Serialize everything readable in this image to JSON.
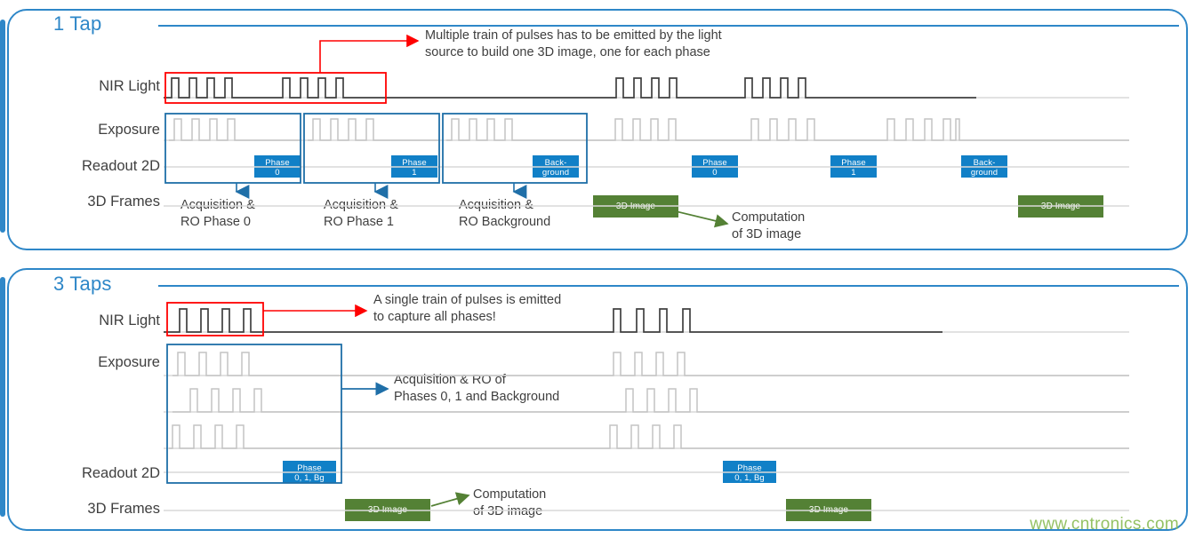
{
  "figure": {
    "type": "timing-diagram",
    "watermark": "www.cntronics.com",
    "colors": {
      "panel_border": "#2E87C8",
      "title": "#2E87C8",
      "readout_tag": "#1180C7",
      "frame_tag": "#548135",
      "highlight_box_red": "#FF0000",
      "group_box_blue": "#1F6FA8",
      "nir_trace": "#404040",
      "exposure_trace": "#BFBFBF",
      "baseline": "#D9D9D9",
      "arrow_blue": "#1F6FA8",
      "arrow_green": "#548135",
      "watermark": "#8FBE5C"
    }
  },
  "panels": [
    {
      "id": "one-tap",
      "title": "1 Tap",
      "rows": [
        {
          "key": "nir",
          "label": "NIR Light"
        },
        {
          "key": "exposure",
          "label": "Exposure"
        },
        {
          "key": "readout",
          "label": "Readout 2D"
        },
        {
          "key": "frames",
          "label": "3D Frames"
        }
      ],
      "callout": "Multiple train of pulses has to be emitted by the light\nsource to build one 3D image, one for each phase",
      "readout_tags": [
        {
          "line1": "Phase",
          "line2": "0"
        },
        {
          "line1": "Phase",
          "line2": "1"
        },
        {
          "line1": "Back-",
          "line2": "ground"
        },
        {
          "line1": "Phase",
          "line2": "0"
        },
        {
          "line1": "Phase",
          "line2": "1"
        },
        {
          "line1": "Back-",
          "line2": "ground"
        }
      ],
      "acquisition_captions": [
        "Acquisition &\nRO Phase 0",
        "Acquisition &\nRO Phase 1",
        "Acquisition &\nRO Background"
      ],
      "frame_tags": [
        "3D Image",
        "3D Image"
      ],
      "computation_caption": "Computation\nof 3D image"
    },
    {
      "id": "three-taps",
      "title": "3 Taps",
      "rows": [
        {
          "key": "nir",
          "label": "NIR Light"
        },
        {
          "key": "exposure",
          "label": "Exposure"
        },
        {
          "key": "readout",
          "label": "Readout 2D"
        },
        {
          "key": "frames",
          "label": "3D Frames"
        }
      ],
      "callout": "A single train of pulses is emitted\nto capture all phases!",
      "acquisition_caption": "Acquisition & RO of\nPhases 0, 1 and Background",
      "readout_tags": [
        {
          "line1": "Phase",
          "line2": "0, 1, Bg"
        },
        {
          "line1": "Phase",
          "line2": "0, 1, Bg"
        }
      ],
      "frame_tags": [
        "3D Image",
        "3D Image"
      ],
      "computation_caption": "Computation\nof 3D image"
    }
  ]
}
